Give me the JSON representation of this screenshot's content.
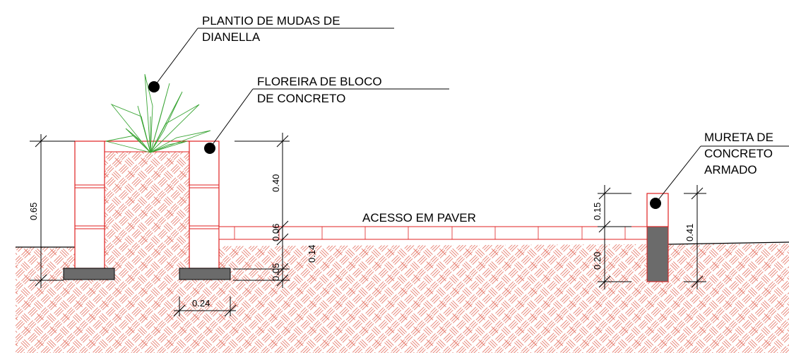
{
  "labels": {
    "plantio_line1": "PLANTIO DE MUDAS DE",
    "plantio_line2": "DIANELLA",
    "floreira_line1": "FLOREIRA DE BLOCO",
    "floreira_line2": "DE CONCRETO",
    "mureta_line1": "MURETA DE",
    "mureta_line2": "CONCRETO",
    "mureta_line3": "ARMADO",
    "acesso": "ACESSO EM PAVER"
  },
  "dimensions": {
    "floreira_height": "0.65",
    "floreira_wall_width": "0.24",
    "planter_top": "0.40",
    "paver_thickness": "0.06",
    "base_depth": "0.14",
    "footing_height": "0.05",
    "mureta_above": "0.15",
    "mureta_below": "0.20",
    "mureta_total": "0.41"
  },
  "colors": {
    "block_line": "#e02020",
    "soil_hatch": "#e36a5a",
    "footing_fill": "#6b6b6b",
    "plant": "#3aa535",
    "line": "#000000"
  }
}
